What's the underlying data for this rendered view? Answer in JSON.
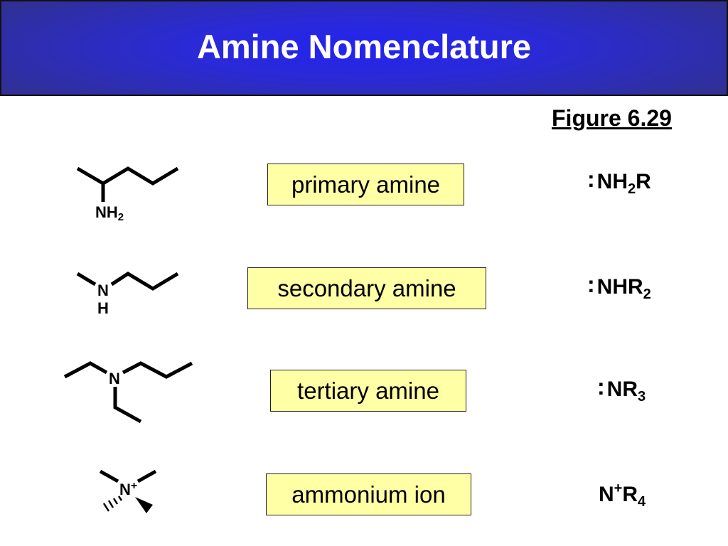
{
  "header": {
    "title": "Amine Nomenclature"
  },
  "figure_label": "Figure 6.29",
  "rows": [
    {
      "label": "primary amine",
      "formula": {
        "lone_pair": ":",
        "base": "NH",
        "sub": "2",
        "tail": "R"
      },
      "atom": {
        "text": "NH",
        "sub": "2"
      }
    },
    {
      "label": "secondary amine",
      "formula": {
        "lone_pair": ":",
        "base": "NHR",
        "sub": "2"
      },
      "atom": {
        "text": "N",
        "h": "H"
      }
    },
    {
      "label": "tertiary amine",
      "formula": {
        "lone_pair": ":",
        "base": "NR",
        "sub": "3"
      },
      "atom": {
        "text": "N"
      }
    },
    {
      "label": "ammonium ion",
      "formula": {
        "base": "N",
        "sup": "+",
        "tail": "R",
        "sub": "4"
      },
      "atom": {
        "text": "N",
        "sup": "+"
      }
    }
  ]
}
